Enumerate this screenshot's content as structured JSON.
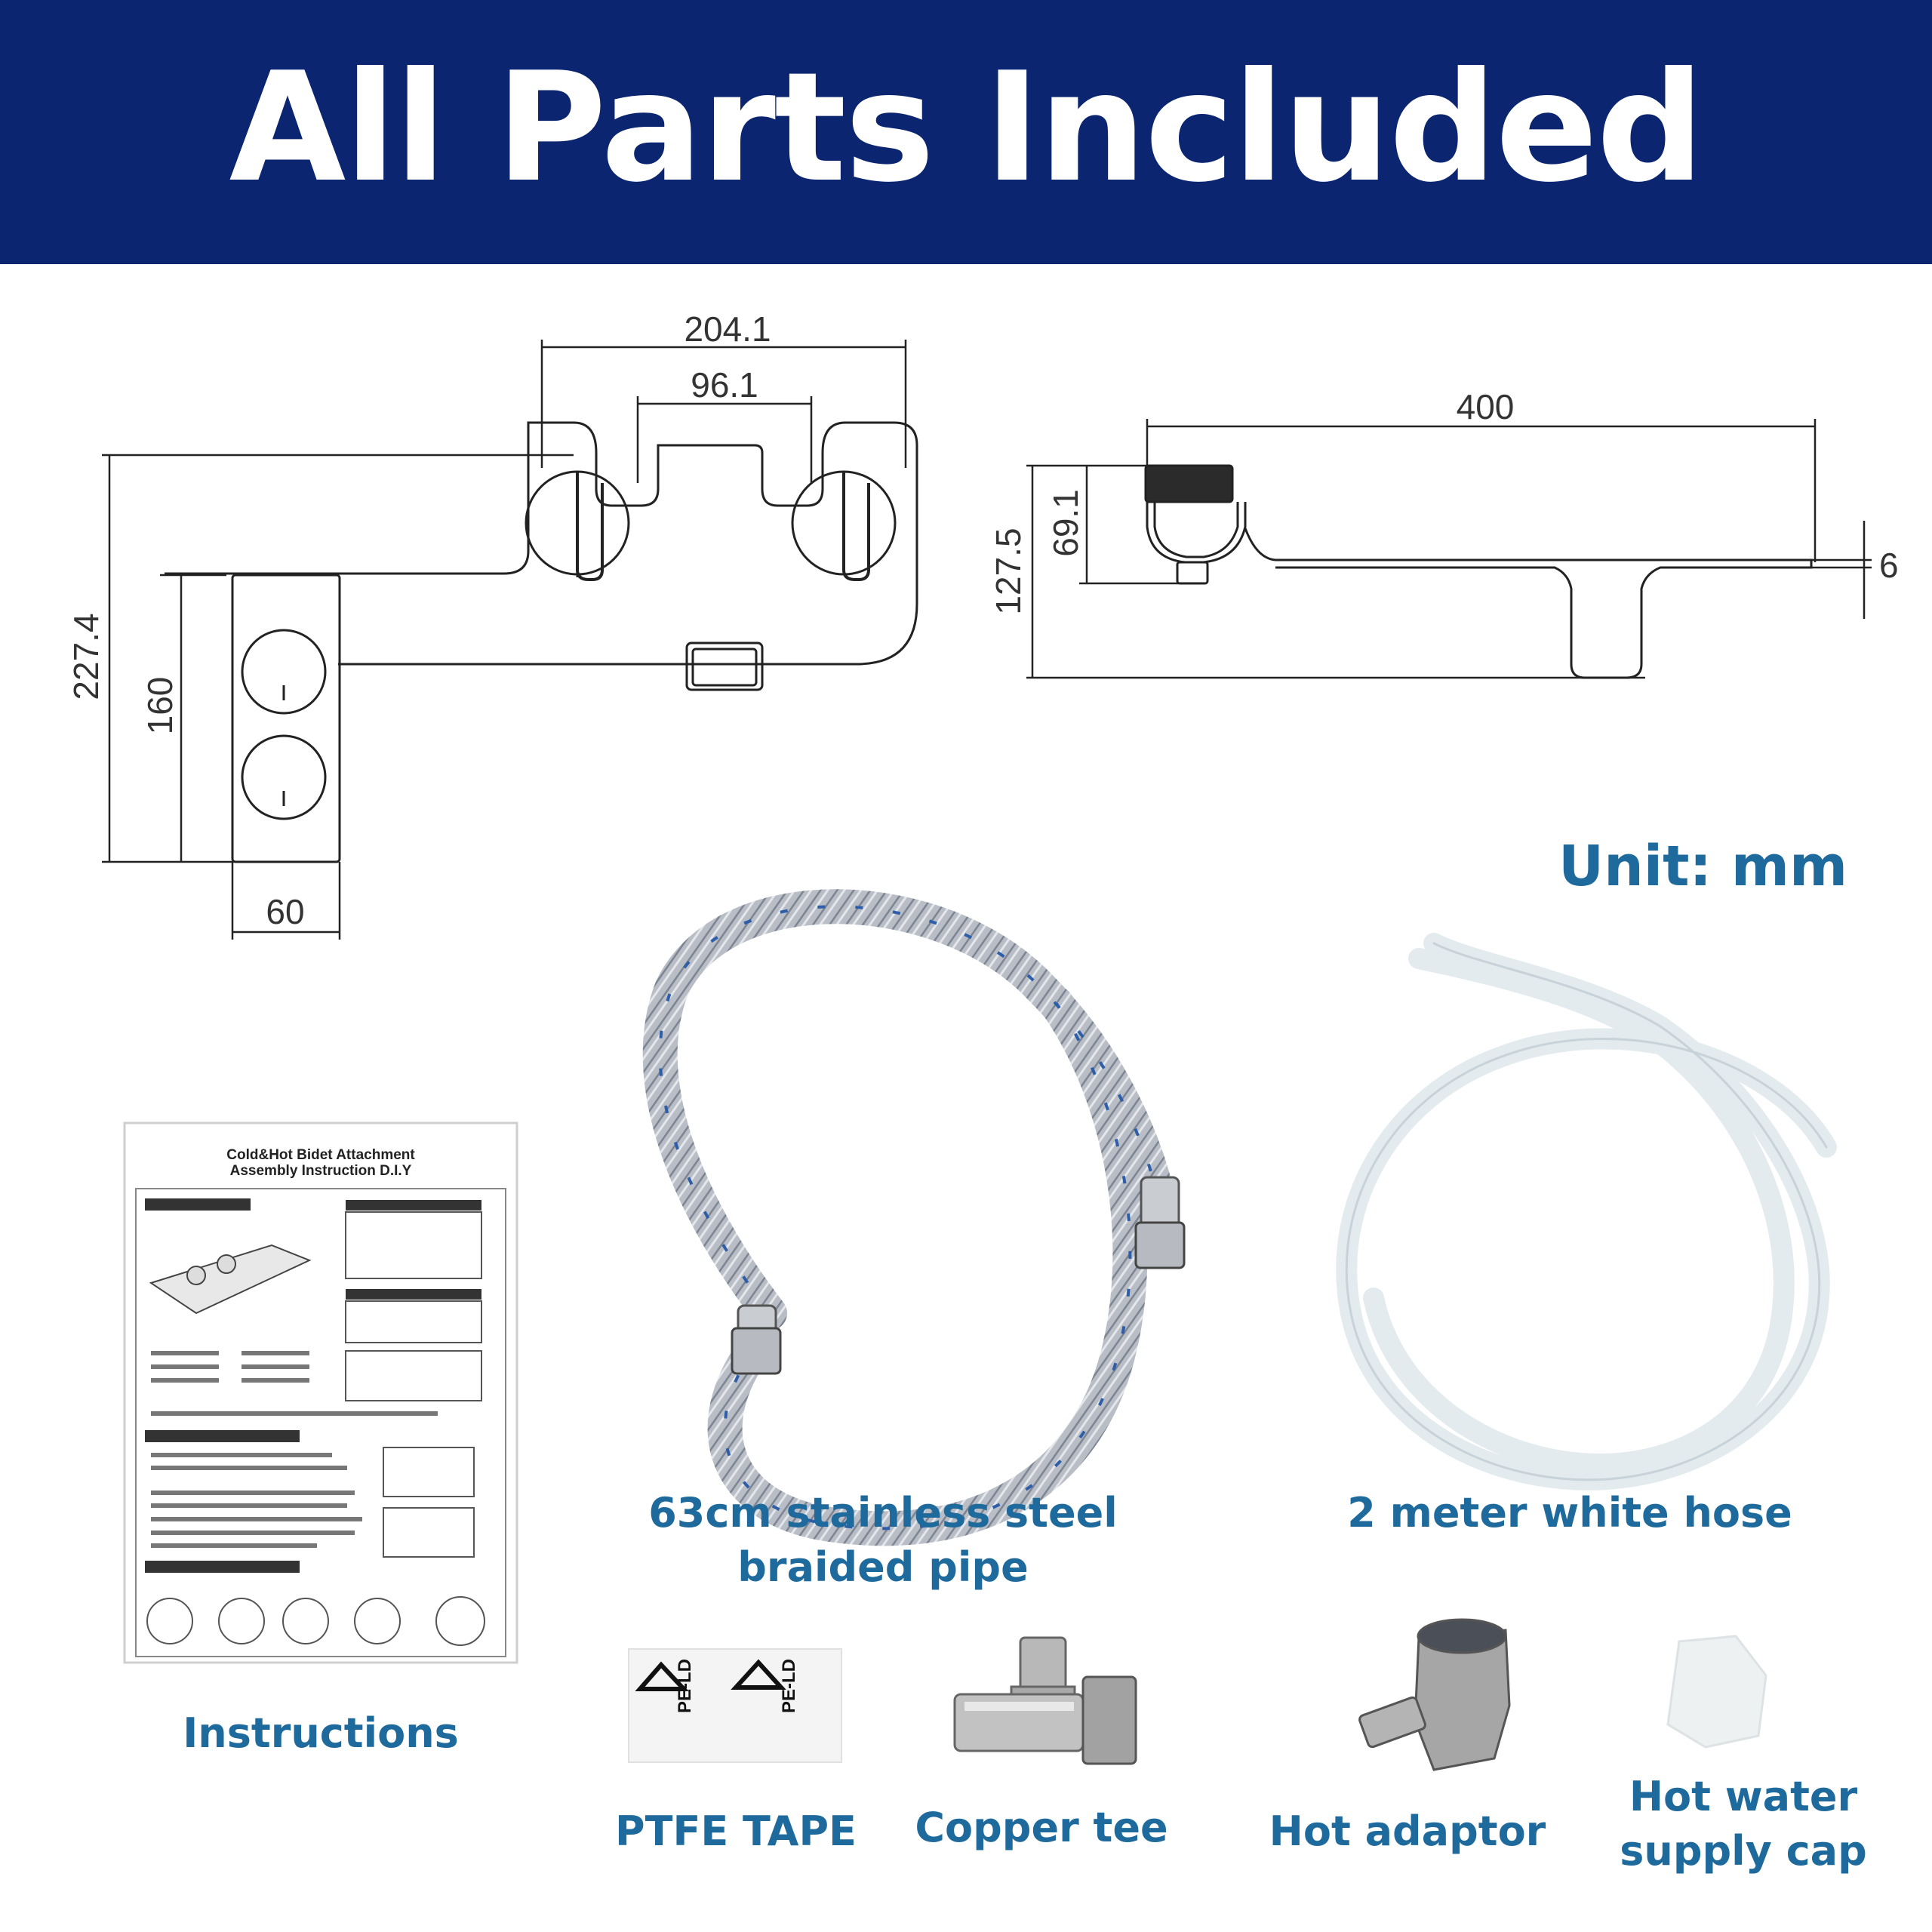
{
  "banner": {
    "title": "All Parts Included",
    "bg_color": "#0b2571",
    "text_color": "#ffffff"
  },
  "drawing": {
    "top_view": {
      "dim_width_total": "204.1",
      "dim_knob_spacing": "96.1",
      "dim_height_total": "227.4",
      "dim_height_panel": "160",
      "dim_panel_width": "60"
    },
    "side_view": {
      "dim_length": "400",
      "dim_height_total": "127.5",
      "dim_height_body": "69.1",
      "dim_thickness": "6"
    },
    "unit_label": "Unit: mm"
  },
  "parts": {
    "caption_color": "#1e6a9c",
    "instructions": {
      "caption": "Instructions",
      "doc_title_line1": "Cold&Hot Bidet Attachment",
      "doc_title_line2": "Assembly Instruction D.I.Y"
    },
    "braided_pipe": {
      "caption_line1": "63cm stainless steel",
      "caption_line2": "braided pipe"
    },
    "white_hose": {
      "caption": "2 meter white hose"
    },
    "ptfe_tape": {
      "caption": "PTFE TAPE",
      "label_text": "PE-LD"
    },
    "copper_tee": {
      "caption": "Copper tee"
    },
    "hot_adaptor": {
      "caption": "Hot adaptor"
    },
    "hot_cap": {
      "caption_line1": "Hot water",
      "caption_line2": "supply cap"
    }
  }
}
